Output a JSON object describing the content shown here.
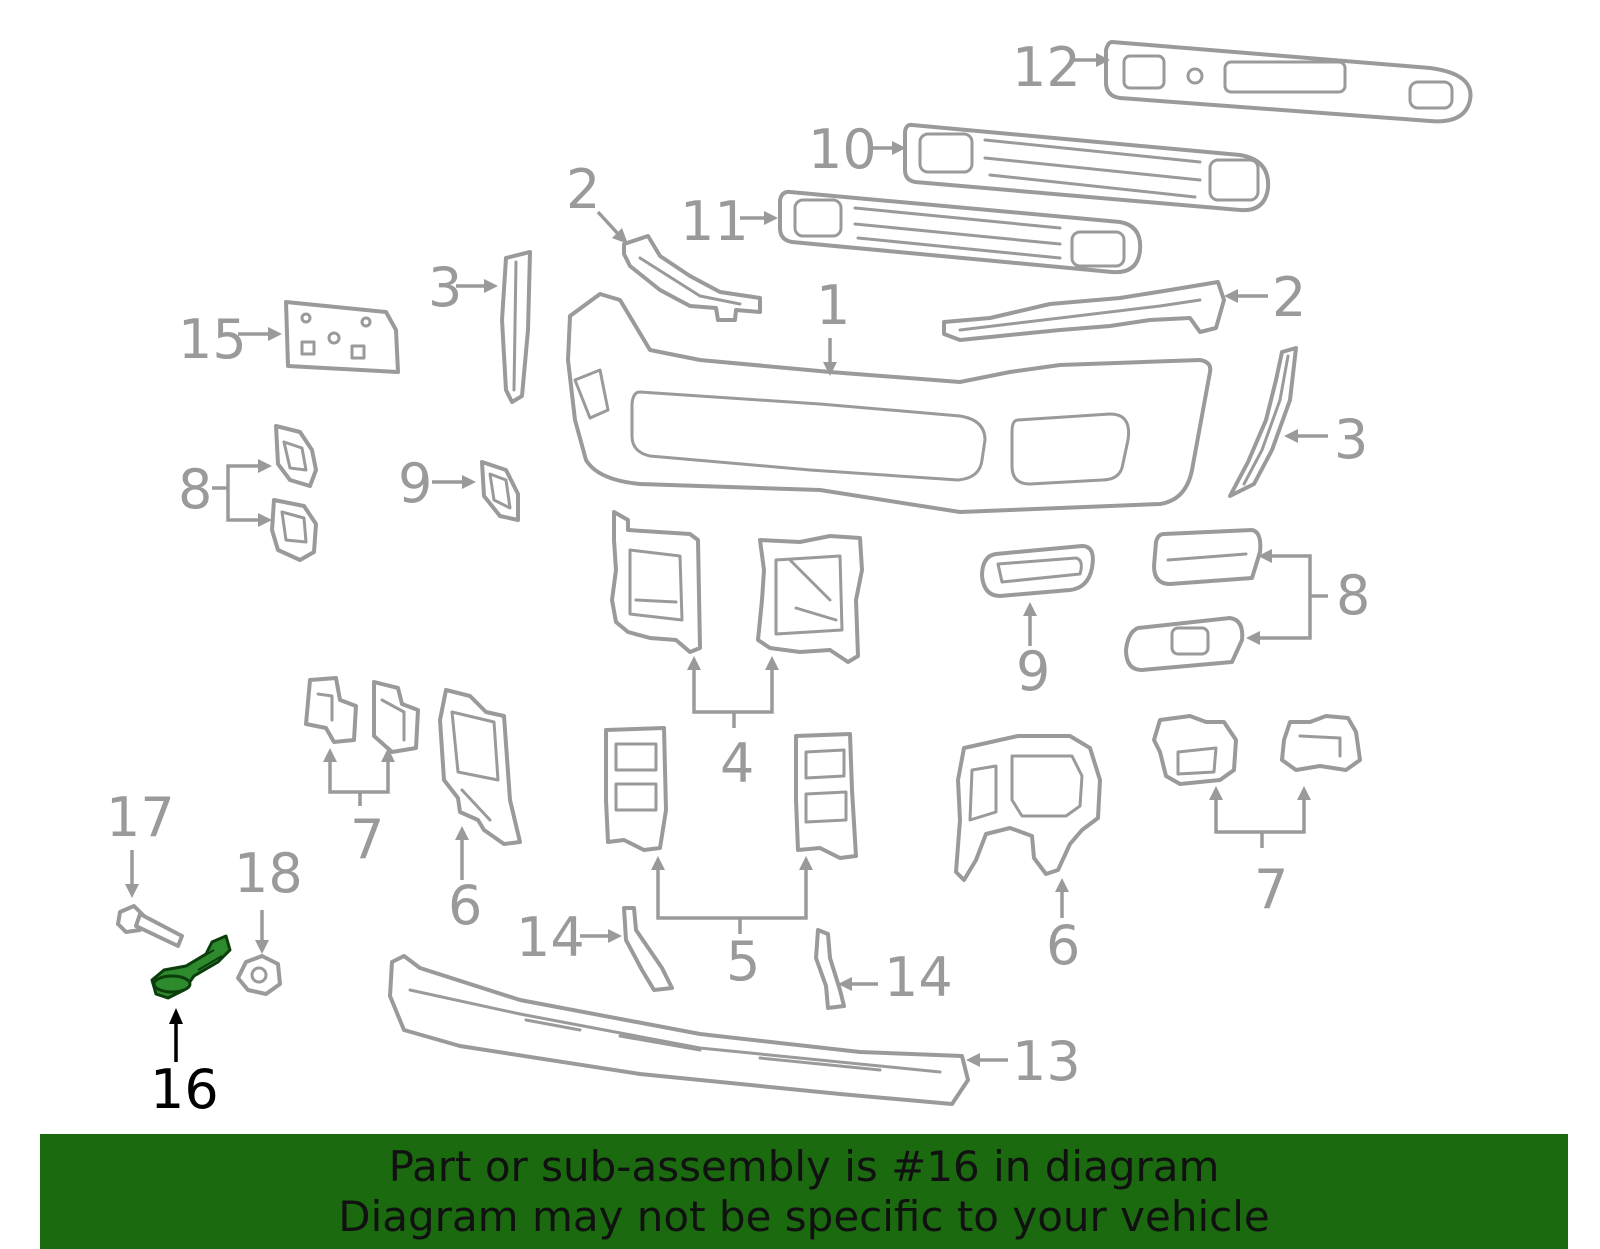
{
  "diagram": {
    "highlighted_part": "16",
    "part_callouts": [
      "1",
      "2",
      "3",
      "4",
      "5",
      "6",
      "7",
      "8",
      "9",
      "10",
      "11",
      "12",
      "13",
      "14",
      "15",
      "16",
      "17",
      "18"
    ]
  },
  "banner": {
    "line1": "Part or sub-assembly is #16 in diagram",
    "line2": "Diagram may not be specific to your vehicle",
    "background": "#1b6a10",
    "text_color": "#111111"
  },
  "colors": {
    "line_art": "#9a9a9a",
    "highlight_fill": "#2d8a2d",
    "highlight_callout": "#000000"
  }
}
